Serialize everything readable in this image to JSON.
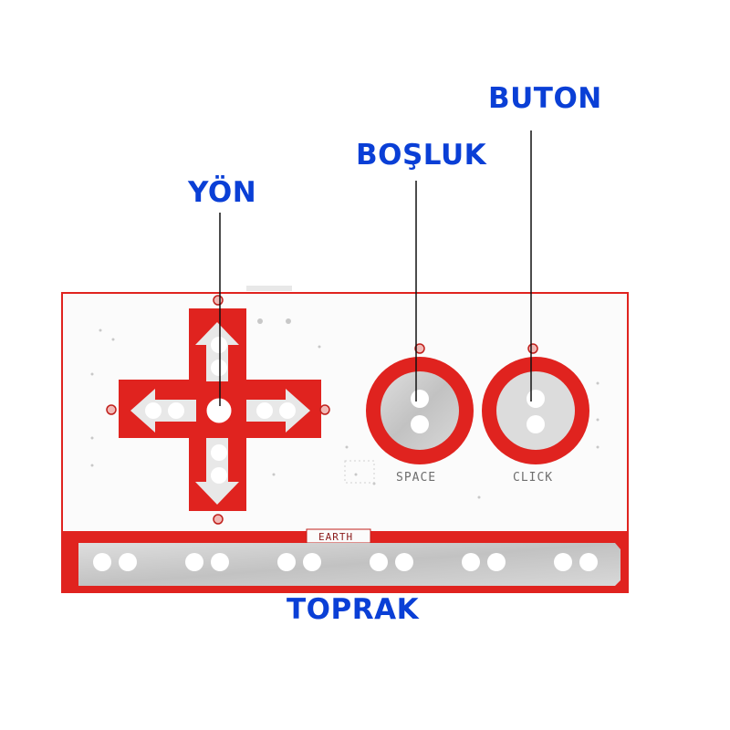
{
  "labels": {
    "direction": "YÖN",
    "space": "BOŞLUK",
    "button": "BUTON",
    "earth": "TOPRAK"
  },
  "board": {
    "space_text": "SPACE",
    "click_text": "CLICK",
    "earth_text": "EARTH"
  },
  "colors": {
    "label_blue": "#0a3fd6",
    "pcb_red": "#e0231f",
    "board_white": "#fbfbfb",
    "metal": "#c9c9c9"
  }
}
